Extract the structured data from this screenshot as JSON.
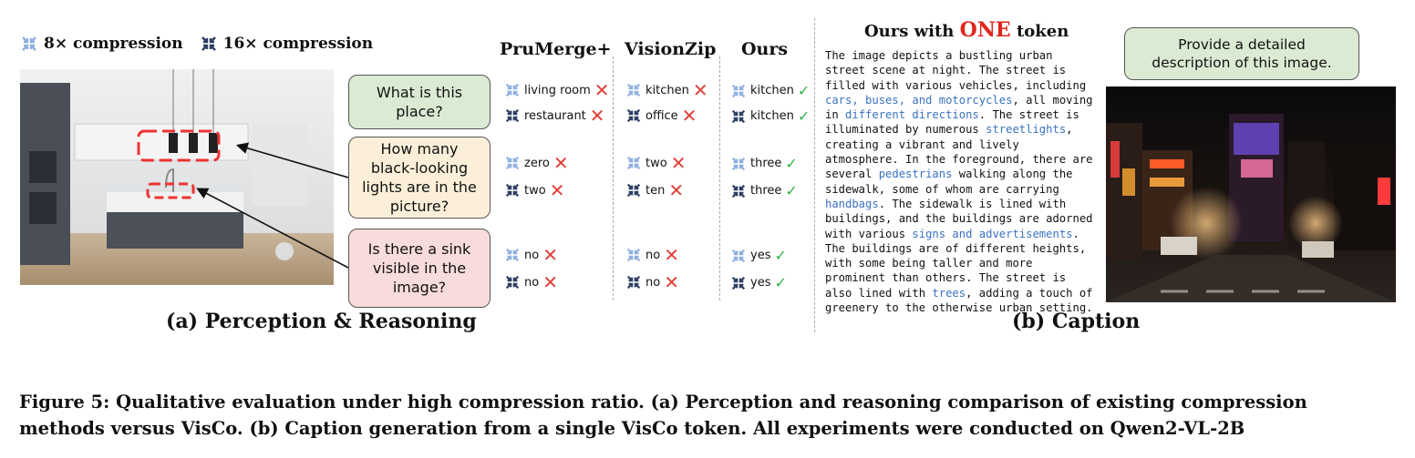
{
  "legend": {
    "item1": "8× compression",
    "item2": "16× compression",
    "colors": {
      "light": "#8fb0e0",
      "dark": "#2c3e63"
    }
  },
  "panel_a": {
    "columns": [
      "PruMerge+",
      "VisionZip",
      "Ours"
    ],
    "questions": [
      {
        "text": "What is this place?",
        "bg": "#dbebd3"
      },
      {
        "text": "How many black-looking lights are in the picture?",
        "bg": "#fcefd9"
      },
      {
        "text": "Is there a sink visible in the image?",
        "bg": "#f8dbdb"
      }
    ],
    "answers": {
      "prumerge": [
        [
          "living room",
          "restaurant"
        ],
        [
          "zero",
          "two"
        ],
        [
          "no",
          "no"
        ]
      ],
      "visionzip": [
        [
          "kitchen",
          "office"
        ],
        [
          "two",
          "ten"
        ],
        [
          "no",
          "no"
        ]
      ],
      "ours": [
        [
          "kitchen",
          "kitchen"
        ],
        [
          "three",
          "three"
        ],
        [
          "yes",
          "yes"
        ]
      ]
    },
    "subtitle": "(a) Perception & Reasoning"
  },
  "panel_b": {
    "title_prefix": "Ours with ",
    "title_highlight": "ONE",
    "title_suffix": " token",
    "prompt": "Provide a detailed description of this image.",
    "caption_segments": [
      {
        "t": "The image depicts a bustling urban street scene at night. The street is filled with various vehicles, including ",
        "h": false
      },
      {
        "t": "cars, buses, and motorcycles",
        "h": true
      },
      {
        "t": ", all moving in ",
        "h": false
      },
      {
        "t": "different directions",
        "h": true
      },
      {
        "t": ". The street is illuminated by numerous ",
        "h": false
      },
      {
        "t": "streetlights",
        "h": true
      },
      {
        "t": ", creating a vibrant and lively atmosphere. In the foreground, there are several ",
        "h": false
      },
      {
        "t": "pedestrians",
        "h": true
      },
      {
        "t": " walking along the sidewalk, some of whom are carrying ",
        "h": false
      },
      {
        "t": "handbags",
        "h": true
      },
      {
        "t": ". The sidewalk is lined with buildings, and the buildings are adorned with various ",
        "h": false
      },
      {
        "t": "signs and advertisements",
        "h": true
      },
      {
        "t": ". The buildings are of different heights, with some being taller and more prominent than others. The street is also lined with ",
        "h": false
      },
      {
        "t": "trees",
        "h": true
      },
      {
        "t": ", adding a touch of greenery to the otherwise urban setting.",
        "h": false
      }
    ],
    "subtitle": "(b) Caption"
  },
  "figure_caption": {
    "line1": "Figure 5: Qualitative evaluation under high compression ratio. (a) Perception and reasoning comparison of existing compression",
    "line2": "methods versus VisCo. (b) Caption generation from a single VisCo token. All experiments were conducted on Qwen2-VL-2B"
  }
}
